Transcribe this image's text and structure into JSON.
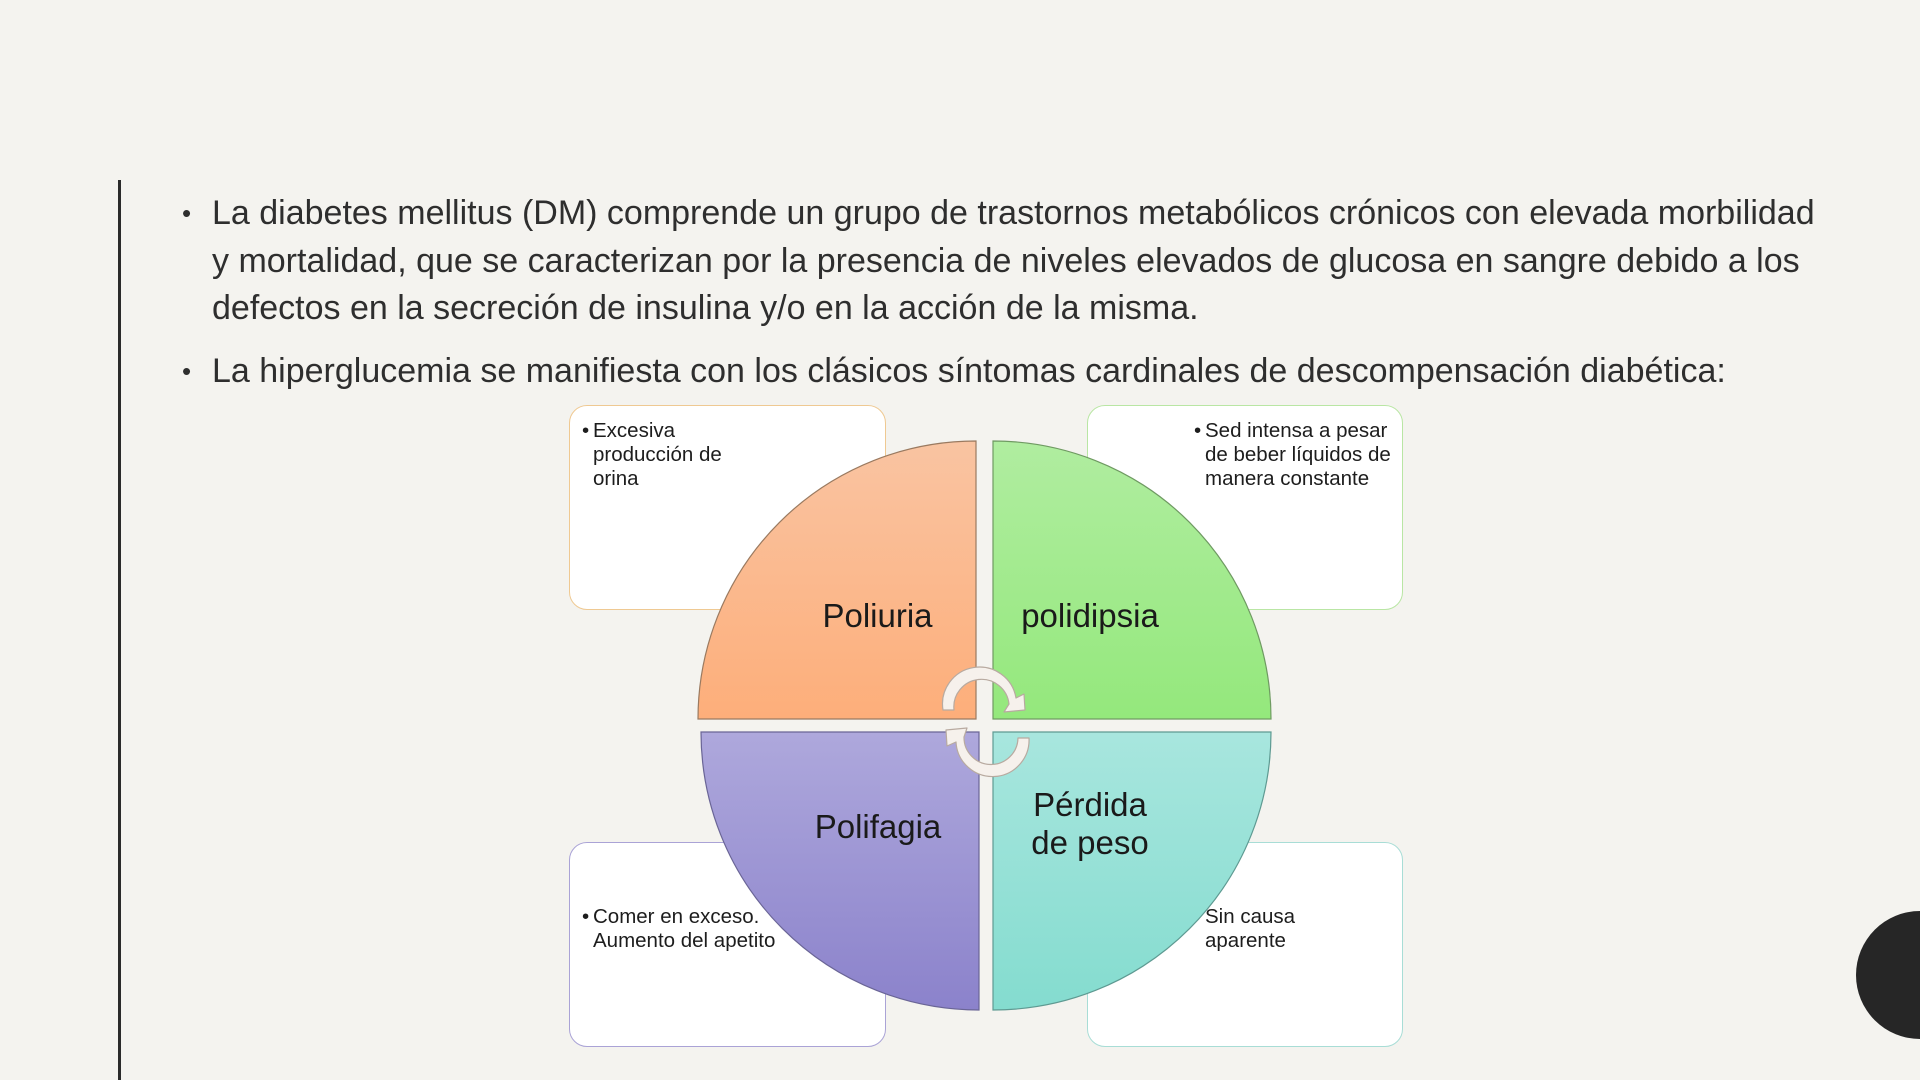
{
  "slide": {
    "background_color": "#f4f3ef",
    "bullets": [
      {
        "text": "La diabetes mellitus (DM) comprende un grupo de trastornos metabólicos crónicos con elevada morbilidad y mortalidad, que se caracterizan por la presencia de niveles elevados de glucosa en sangre debido a los defectos en la secreción de insulina y/o en la acción de la misma."
      },
      {
        "text": "La hiperglucemia se manifiesta con los clásicos síntomas cardinales de descompensación diabética:"
      }
    ]
  },
  "diagram": {
    "quarters": [
      {
        "label": "Poliuria",
        "color_top": "#f9c4a2",
        "color_bottom": "#fdae7a",
        "description": "Excesiva producción de orina",
        "box_border": "#efc992"
      },
      {
        "label": "polidipsia",
        "color_top": "#b0eda0",
        "color_bottom": "#94e87c",
        "description": "Sed intensa a pesar de beber líquidos de manera constante",
        "box_border": "#b9e6a4"
      },
      {
        "label": "Polifagia",
        "color_top": "#aea8dc",
        "color_bottom": "#8b82cb",
        "description": "Comer en exceso. Aumento del apetito",
        "box_border": "#aaa3d6"
      },
      {
        "label": "Pérdida de peso",
        "color_top": "#a8e6de",
        "color_bottom": "#84dccf",
        "description": "Sin causa aparente",
        "box_border": "#a8ddd6"
      }
    ],
    "cycle_arrows": "circular-arrows-icon"
  },
  "decor": {
    "accent_bar_color": "#2a2a2a",
    "corner_circle_color": "#262626"
  }
}
